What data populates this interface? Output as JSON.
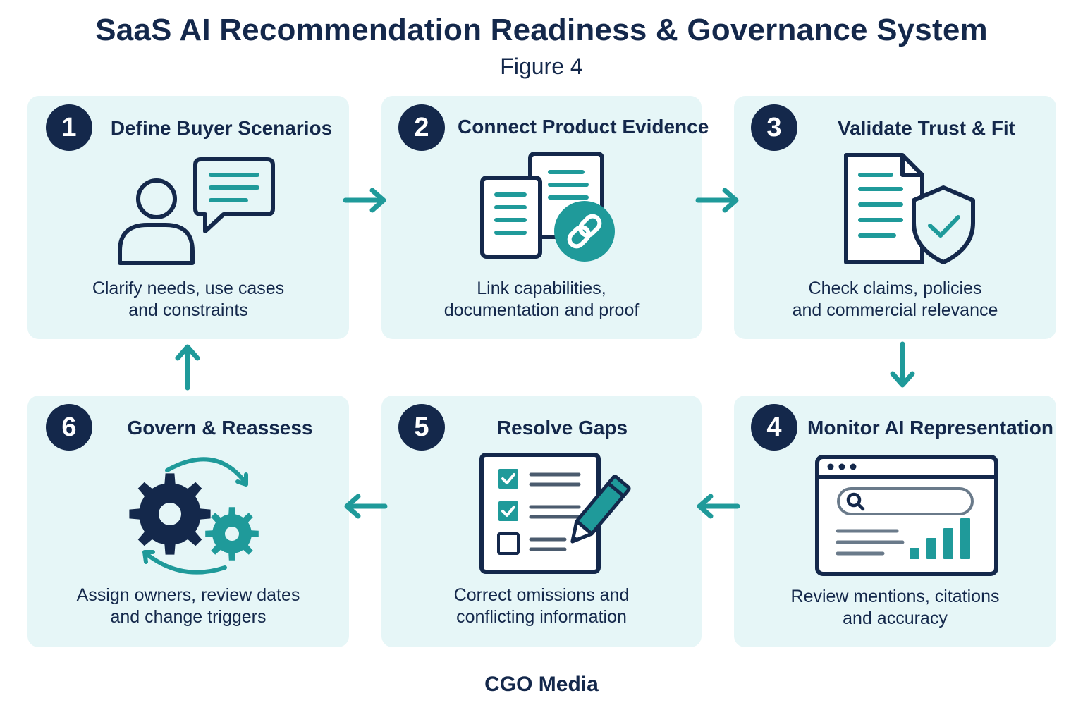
{
  "header": {
    "title": "SaaS AI Recommendation Readiness & Governance System",
    "subtitle": "Figure 4"
  },
  "footer": {
    "brand": "CGO Media"
  },
  "colors": {
    "navy": "#14284b",
    "teal": "#1f9a9a",
    "card_bg": "#e6f6f7"
  },
  "steps": [
    {
      "number": "1",
      "title": "Define Buyer Scenarios",
      "icon": "buyer-chat-icon",
      "desc": [
        "Clarify needs, use cases",
        "and constraints"
      ]
    },
    {
      "number": "2",
      "title": "Connect Product Evidence",
      "icon": "linked-documents-icon",
      "desc": [
        "Link capabilities,",
        "documentation and proof"
      ]
    },
    {
      "number": "3",
      "title": "Validate Trust & Fit",
      "icon": "document-shield-icon",
      "desc": [
        "Check claims, policies",
        "and commercial relevance"
      ]
    },
    {
      "number": "4",
      "title": "Monitor AI Representation",
      "icon": "browser-search-chart-icon",
      "desc": [
        "Review mentions, citations",
        "and accuracy"
      ]
    },
    {
      "number": "5",
      "title": "Resolve Gaps",
      "icon": "checklist-pencil-icon",
      "desc": [
        "Correct omissions and",
        "conflicting information"
      ]
    },
    {
      "number": "6",
      "title": "Govern & Reassess",
      "icon": "gears-cycle-icon",
      "desc": [
        "Assign owners, review dates",
        "and change triggers"
      ]
    }
  ]
}
